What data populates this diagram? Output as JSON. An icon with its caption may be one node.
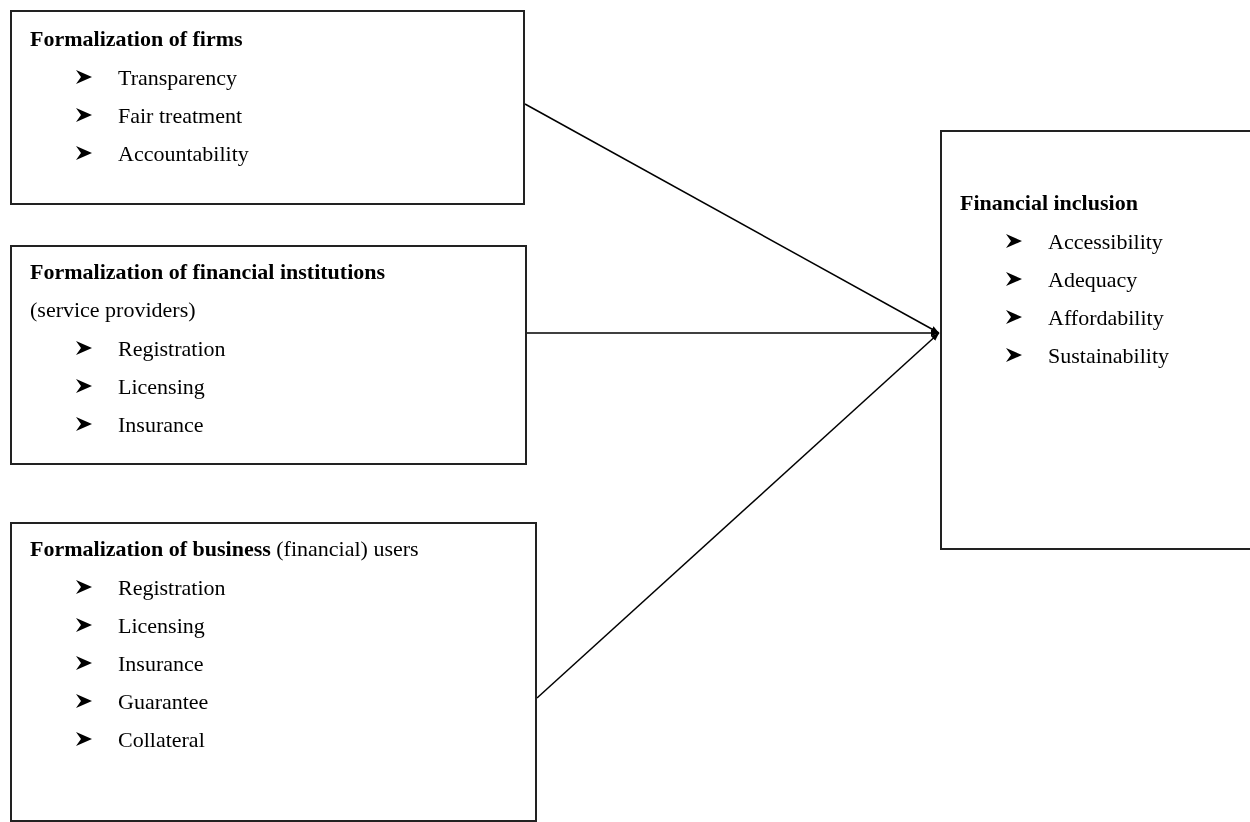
{
  "diagram": {
    "nodes": [
      {
        "text": [
          "Formalization of firms",
          "Transparency",
          "Fair treatment",
          "Accountability"
        ]
      },
      {
        "text": [
          "**Formalization of financial institutions** (service providers)",
          "Registration",
          "Licensing",
          "Insurance"
        ]
      },
      {
        "text": [
          "**Formalization of business** (financial) users",
          "Registration",
          "Licensing",
          "Insurance",
          "Guarantee",
          "Collateral"
        ]
      },
      {
        "text": [
          "Financial inclusion",
          "Accessibility",
          "Adequacy",
          "Affordability",
          "Sustainability"
        ]
      }
    ],
    "edges": [
      {
        "from": 0,
        "to": 3,
        "arrow": "to"
      },
      {
        "from": 1,
        "to": 3,
        "arrow": "to"
      },
      {
        "from": 2,
        "to": 3,
        "arrow": "to"
      }
    ]
  }
}
